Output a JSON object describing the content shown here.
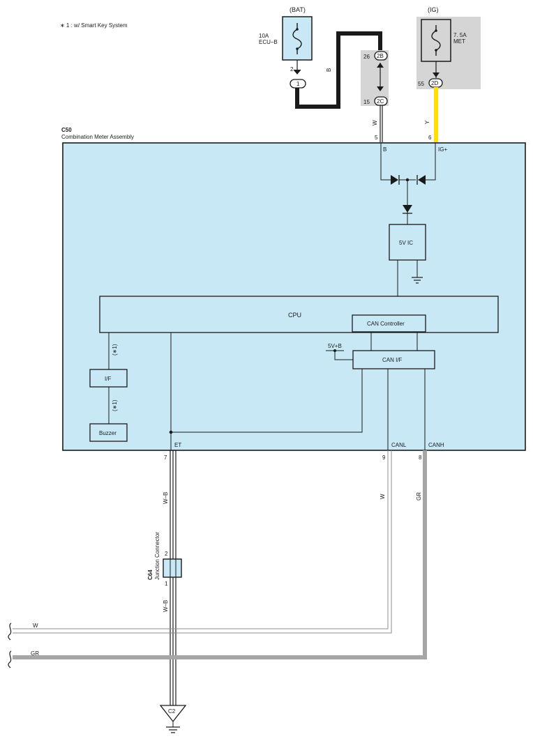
{
  "note": "∗ 1 : w/ Smart Key System",
  "colors": {
    "module_fill": "#c8e8f6",
    "splice_fill": "#d5d5d5",
    "wire_black": "#1a1a1a",
    "wire_yellow": "#ffe000",
    "wire_gray": "#a6a6a6"
  },
  "bat": {
    "label": "(BAT)",
    "fuse_rating": "10A",
    "fuse_name": "ECU–B",
    "pin": "2",
    "connector": "1"
  },
  "ig": {
    "label": "(IG)",
    "fuse_rating": "7. 5A",
    "fuse_name": "MET",
    "pin": "55",
    "connector": "2D"
  },
  "junction_block": {
    "upper_pin": "26",
    "upper_connector": "2B",
    "lower_pin": "15",
    "lower_connector": "2C"
  },
  "module": {
    "code": "C50",
    "name": "Combination Meter Assembly",
    "terminals": [
      {
        "pin": "5",
        "name": "B"
      },
      {
        "pin": "6",
        "name": "IG+"
      },
      {
        "pin": "7",
        "name": "ET"
      },
      {
        "pin": "9",
        "name": "CANL"
      },
      {
        "pin": "8",
        "name": "CANH"
      }
    ],
    "blocks": {
      "ic": "5V IC",
      "cpu": "CPU",
      "can_controller": "CAN Controller",
      "can_if": "CAN I/F",
      "iface": "I/F",
      "buzzer": "Buzzer",
      "supply": "5V+B"
    },
    "option_tag": "(∗1)"
  },
  "wire_colors": {
    "bat_to_jb": "B",
    "jb_to_b": "W",
    "ig_to_igplus": "Y",
    "et_upper": "W–B",
    "et_lower": "W–B",
    "canl": "W",
    "canh": "GR"
  },
  "junction_connector": {
    "code": "C64",
    "name": "Junction Connector",
    "pin_top": "2",
    "pin_bottom": "1"
  },
  "bus_lines": {
    "low": "W",
    "high": "GR"
  },
  "ground": {
    "label": "C2"
  }
}
